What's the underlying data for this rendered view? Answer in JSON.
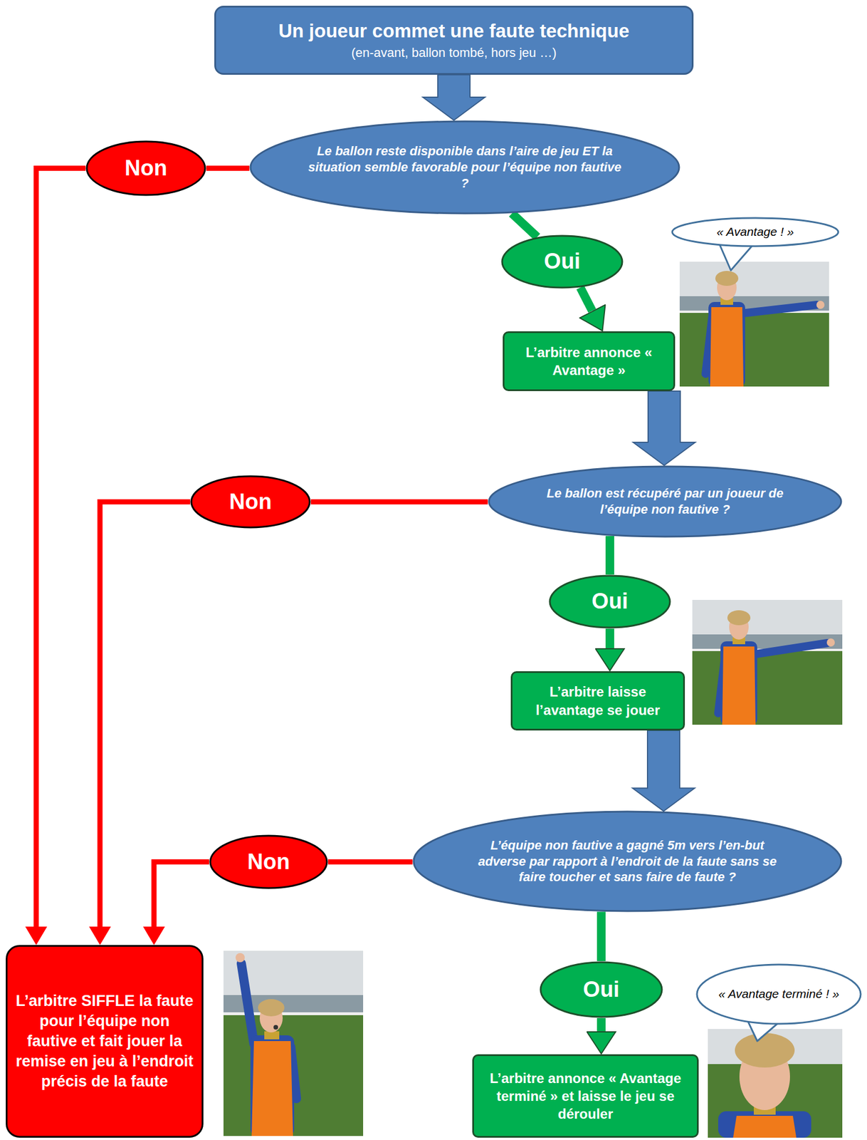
{
  "diagram": {
    "nodes": [
      {
        "text": [
          "Un joueur commet une faute technique",
          "(en-avant, ballon tombé, hors jeu …)"
        ]
      },
      {
        "text": [
          "Le ballon reste disponible dans l’aire de jeu ET la situation semble favorable pour l’équipe non fautive ?"
        ]
      },
      {
        "text": [
          "Non"
        ]
      },
      {
        "text": [
          "Oui"
        ]
      },
      {
        "text": [
          "« Avantage ! »"
        ]
      },
      {
        "text": [
          "L’arbitre annonce « Avantage »"
        ]
      },
      {
        "text": [
          "Le ballon est récupéré par un joueur de l’équipe non fautive ?"
        ]
      },
      {
        "text": [
          "Non"
        ]
      },
      {
        "text": [
          "Oui"
        ]
      },
      {
        "text": [
          "L’arbitre laisse l’avantage se jouer"
        ]
      },
      {
        "text": [
          "L’équipe non fautive a gagné 5m vers l’en-but adverse par rapport à l’endroit de la faute sans se faire toucher et sans faire de faute ?"
        ]
      },
      {
        "text": [
          "Non"
        ]
      },
      {
        "text": [
          "L’arbitre SIFFLE la faute pour l’équipe non fautive et fait jouer la remise en jeu à l’endroit précis de la faute"
        ]
      },
      {
        "text": [
          "Oui"
        ]
      },
      {
        "text": [
          "« Avantage terminé ! »"
        ]
      },
      {
        "text": [
          "L’arbitre annonce « Avantage terminé » et laisse le jeu se dérouler"
        ]
      }
    ],
    "edges": [
      {
        "from": 0,
        "to": 1,
        "arrow": "to"
      },
      {
        "from": 1,
        "to": 2,
        "arrow": "none"
      },
      {
        "from": 2,
        "to": 12,
        "arrow": "to"
      },
      {
        "from": 1,
        "to": 3,
        "arrow": "none"
      },
      {
        "from": 3,
        "to": 5,
        "arrow": "to"
      },
      {
        "from": 5,
        "to": 6,
        "arrow": "to"
      },
      {
        "from": 6,
        "to": 7,
        "arrow": "none"
      },
      {
        "from": 7,
        "to": 12,
        "arrow": "to"
      },
      {
        "from": 6,
        "to": 8,
        "arrow": "none"
      },
      {
        "from": 8,
        "to": 9,
        "arrow": "to"
      },
      {
        "from": 9,
        "to": 10,
        "arrow": "to"
      },
      {
        "from": 10,
        "to": 11,
        "arrow": "none"
      },
      {
        "from": 11,
        "to": 12,
        "arrow": "to"
      },
      {
        "from": 10,
        "to": 13,
        "arrow": "none"
      },
      {
        "from": 13,
        "to": 15,
        "arrow": "to"
      }
    ]
  }
}
